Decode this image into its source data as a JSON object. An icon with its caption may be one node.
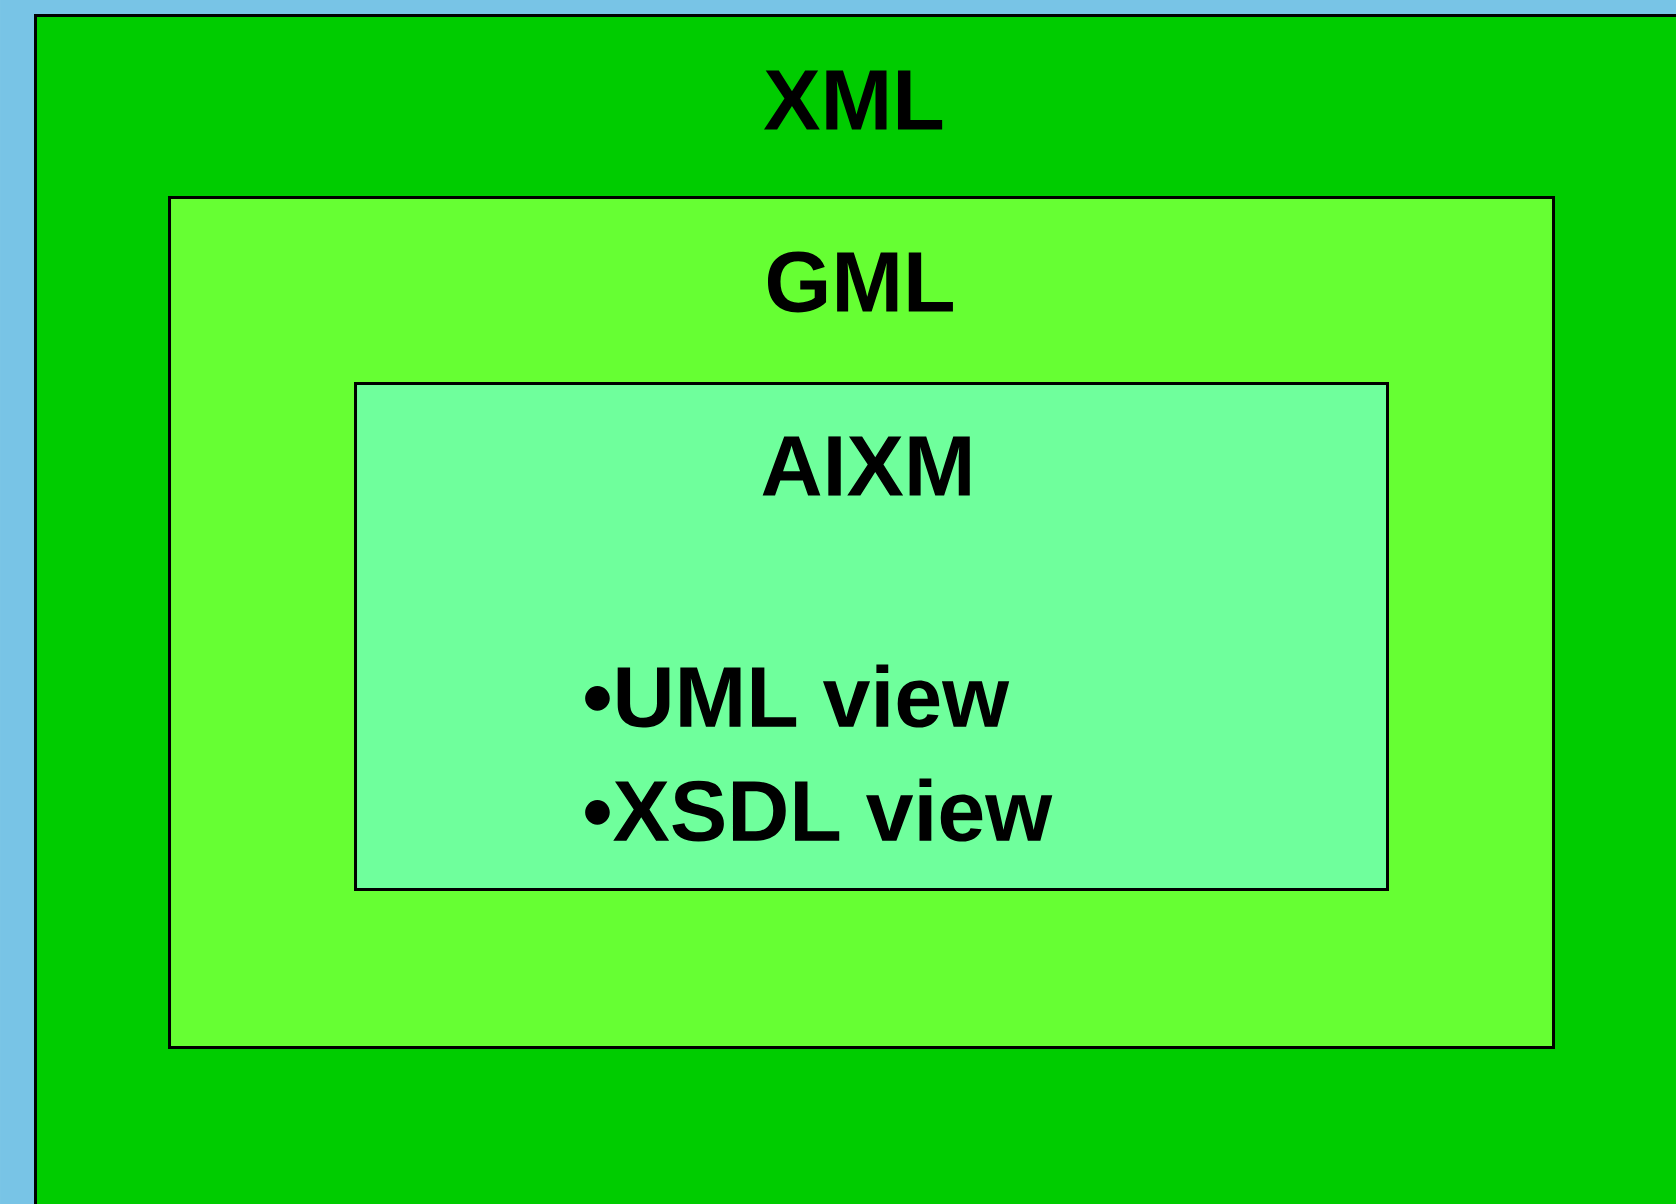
{
  "diagram": {
    "nodes": [
      {
        "text": [
          "XML"
        ]
      },
      {
        "text": [
          "GML"
        ],
        "in": 0
      },
      {
        "text": [
          "AIXM",
          "•UML view",
          "•XSDL view"
        ],
        "in": 1
      }
    ]
  }
}
